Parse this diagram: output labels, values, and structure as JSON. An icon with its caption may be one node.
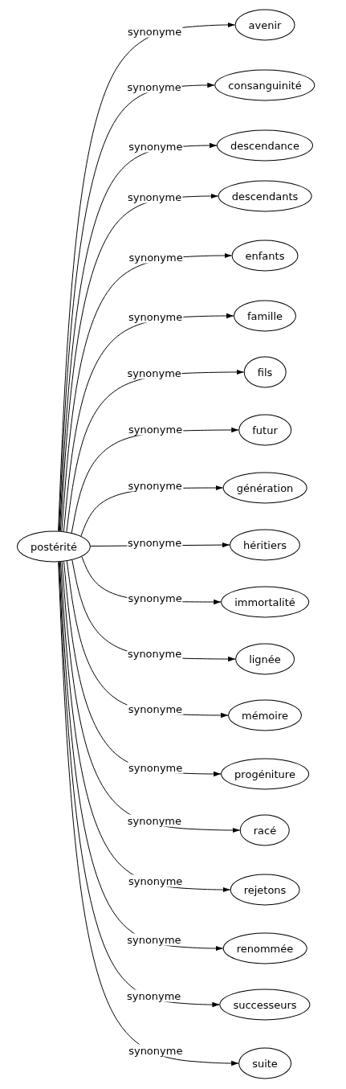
{
  "diagram": {
    "nodes": [
      {
        "text": [
          "postérité"
        ]
      },
      {
        "text": [
          "avenir"
        ]
      },
      {
        "text": [
          "consanguinité"
        ]
      },
      {
        "text": [
          "descendance"
        ]
      },
      {
        "text": [
          "descendants"
        ]
      },
      {
        "text": [
          "enfants"
        ]
      },
      {
        "text": [
          "famille"
        ]
      },
      {
        "text": [
          "fils"
        ]
      },
      {
        "text": [
          "futur"
        ]
      },
      {
        "text": [
          "génération"
        ]
      },
      {
        "text": [
          "héritiers"
        ]
      },
      {
        "text": [
          "immortalité"
        ]
      },
      {
        "text": [
          "lignée"
        ]
      },
      {
        "text": [
          "mémoire"
        ]
      },
      {
        "text": [
          "progéniture"
        ]
      },
      {
        "text": [
          "racé"
        ]
      },
      {
        "text": [
          "rejetons"
        ]
      },
      {
        "text": [
          "renommée"
        ]
      },
      {
        "text": [
          "successeurs"
        ]
      },
      {
        "text": [
          "suite"
        ]
      }
    ],
    "edges": [
      {
        "from": 0,
        "to": 1,
        "arrow": "to",
        "label": "synonyme"
      },
      {
        "from": 0,
        "to": 2,
        "arrow": "to",
        "label": "synonyme"
      },
      {
        "from": 0,
        "to": 3,
        "arrow": "to",
        "label": "synonyme"
      },
      {
        "from": 0,
        "to": 4,
        "arrow": "to",
        "label": "synonyme"
      },
      {
        "from": 0,
        "to": 5,
        "arrow": "to",
        "label": "synonyme"
      },
      {
        "from": 0,
        "to": 6,
        "arrow": "to",
        "label": "synonyme"
      },
      {
        "from": 0,
        "to": 7,
        "arrow": "to",
        "label": "synonyme"
      },
      {
        "from": 0,
        "to": 8,
        "arrow": "to",
        "label": "synonyme"
      },
      {
        "from": 0,
        "to": 9,
        "arrow": "to",
        "label": "synonyme"
      },
      {
        "from": 0,
        "to": 10,
        "arrow": "to",
        "label": "synonyme"
      },
      {
        "from": 0,
        "to": 11,
        "arrow": "to",
        "label": "synonyme"
      },
      {
        "from": 0,
        "to": 12,
        "arrow": "to",
        "label": "synonyme"
      },
      {
        "from": 0,
        "to": 13,
        "arrow": "to",
        "label": "synonyme"
      },
      {
        "from": 0,
        "to": 14,
        "arrow": "to",
        "label": "synonyme"
      },
      {
        "from": 0,
        "to": 15,
        "arrow": "to",
        "label": "synonyme"
      },
      {
        "from": 0,
        "to": 16,
        "arrow": "to",
        "label": "synonyme"
      },
      {
        "from": 0,
        "to": 17,
        "arrow": "to",
        "label": "synonyme"
      },
      {
        "from": 0,
        "to": 18,
        "arrow": "to",
        "label": "synonyme"
      },
      {
        "from": 0,
        "to": 19,
        "arrow": "to",
        "label": "synonyme"
      }
    ]
  }
}
